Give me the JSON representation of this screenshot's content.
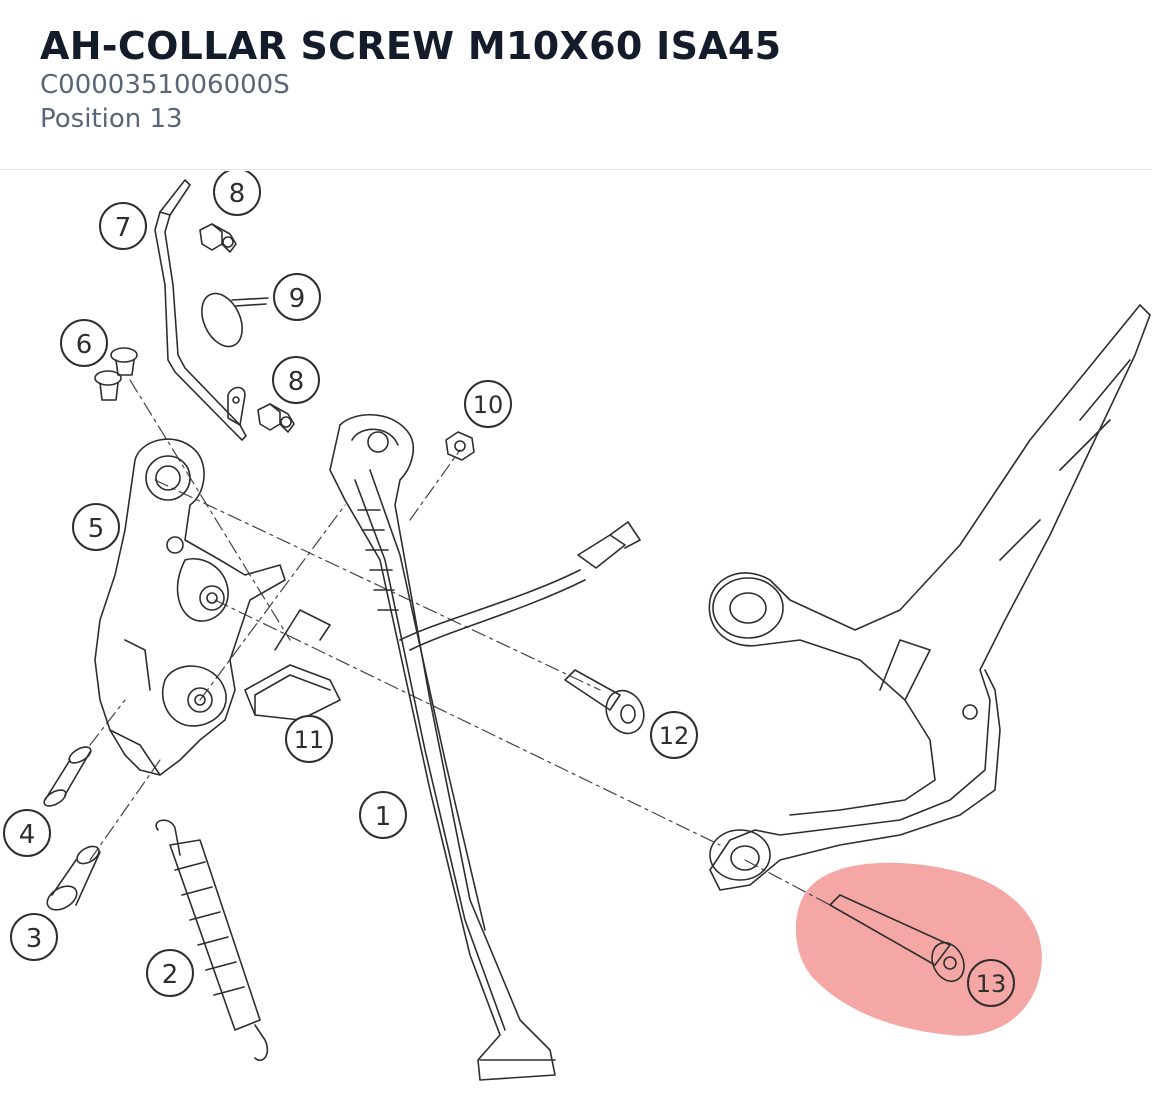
{
  "part": {
    "title": "AH-COLLAR SCREW M10X60 ISA45",
    "number": "C0000351006000S",
    "position": "Position 13"
  },
  "diagram": {
    "callouts": [
      {
        "id": "c1",
        "label": "1"
      },
      {
        "id": "c2",
        "label": "2"
      },
      {
        "id": "c3",
        "label": "3"
      },
      {
        "id": "c4",
        "label": "4"
      },
      {
        "id": "c5",
        "label": "5"
      },
      {
        "id": "c6",
        "label": "6"
      },
      {
        "id": "c7",
        "label": "7"
      },
      {
        "id": "c8a",
        "label": "8"
      },
      {
        "id": "c8b",
        "label": "8"
      },
      {
        "id": "c9",
        "label": "9"
      },
      {
        "id": "c10",
        "label": "10"
      },
      {
        "id": "c11",
        "label": "11"
      },
      {
        "id": "c12",
        "label": "12"
      },
      {
        "id": "c13",
        "label": "13"
      }
    ],
    "highlight_color": "#f08a86",
    "line_color": "#2e2e2e"
  }
}
